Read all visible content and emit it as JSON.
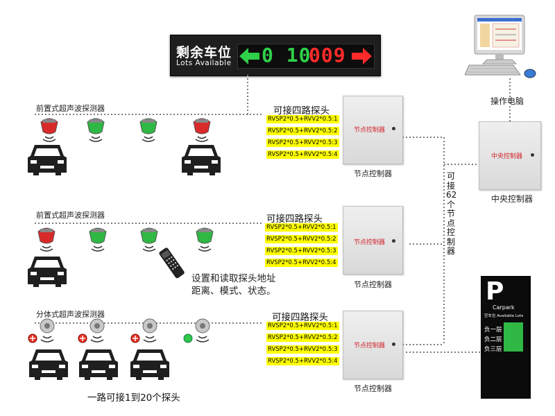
{
  "sign": {
    "title": "剩余车位",
    "subtitle": "Lots Available",
    "digits_green": "0 10",
    "digits_red": "009",
    "colors": {
      "green": "#2fd04a",
      "red": "#ff2a2a"
    },
    "icons": [
      "arrow-left-icon",
      "arrow-right-icon"
    ]
  },
  "computer": {
    "label": "操作电脑",
    "icon": "desktop-computer-icon"
  },
  "central_controller": {
    "label": "中央控制器",
    "box_text": "中央控制器"
  },
  "link_note": "可接62个节点控制器",
  "groups": [
    {
      "title": "前置式超声波探测器",
      "connect_label": "可接四路探头",
      "lines": [
        "RVSP2*0.5+RVV2*0.5:1",
        "RVSP2*0.5+RVV2*0.5:2",
        "RVSP2*0.5+RVV2*0.5:3",
        "RVSP2*0.5+RVV2*0.5:4"
      ],
      "box_text": "节点控制器",
      "caption": "节点控制器"
    },
    {
      "title": "前置式超声波探测器",
      "connect_label": "可接四路探头",
      "lines": [
        "RVSP2*0.5+RVV2*0.5:1",
        "RVSP2*0.5+RVV2*0.5:2",
        "RVSP2*0.5+RVV2*0.5:3",
        "RVSP2*0.5+RVV2*0.5:4"
      ],
      "box_text": "节点控制器",
      "caption": "节点控制器"
    },
    {
      "title": "分体式超声波探测器",
      "connect_label": "可接四路探头",
      "lines": [
        "RVSP2*0.5+RVV2*0.5:1",
        "RVSP2*0.5+RVV2*0.5:2",
        "RVSP2*0.5+RVV2*0.5:3",
        "RVSP2*0.5+RVV2*0.5:4"
      ],
      "box_text": "节点控制器",
      "caption": "节点控制器"
    }
  ],
  "remote_note": [
    "设置和读取探头地址",
    "距离、模式、状态。"
  ],
  "bottom_note": "一路可接1到20个探头",
  "guide_sign": {
    "letter": "P",
    "sub": "Carpark",
    "caption": "空车位  Available Lots",
    "floors": [
      "负一层",
      "负二层",
      "负三层"
    ]
  }
}
